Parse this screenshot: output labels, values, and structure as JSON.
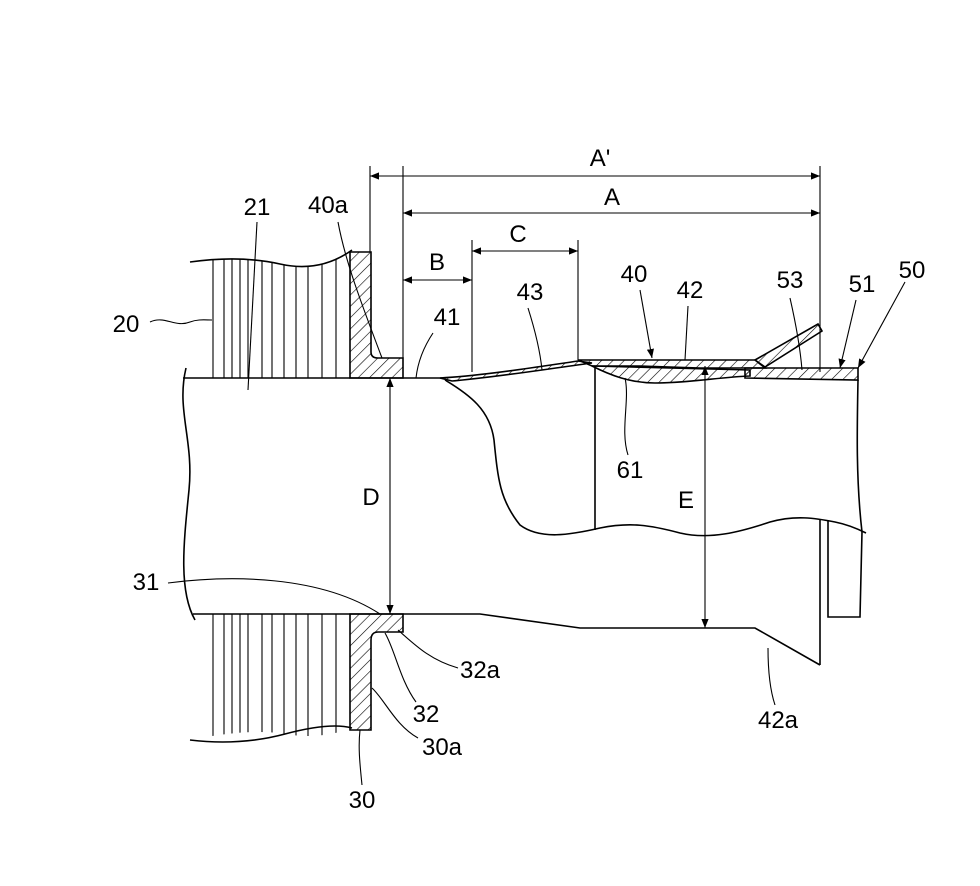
{
  "labels": {
    "A_prime": "A'",
    "A": "A",
    "B": "B",
    "C": "C",
    "D": "D",
    "E": "E",
    "r20": "20",
    "r21": "21",
    "r30": "30",
    "r30a": "30a",
    "r31": "31",
    "r32": "32",
    "r32a": "32a",
    "r40": "40",
    "r40a": "40a",
    "r41": "41",
    "r42": "42",
    "r42a": "42a",
    "r43": "43",
    "r50": "50",
    "r51": "51",
    "r53": "53",
    "r61": "61"
  }
}
